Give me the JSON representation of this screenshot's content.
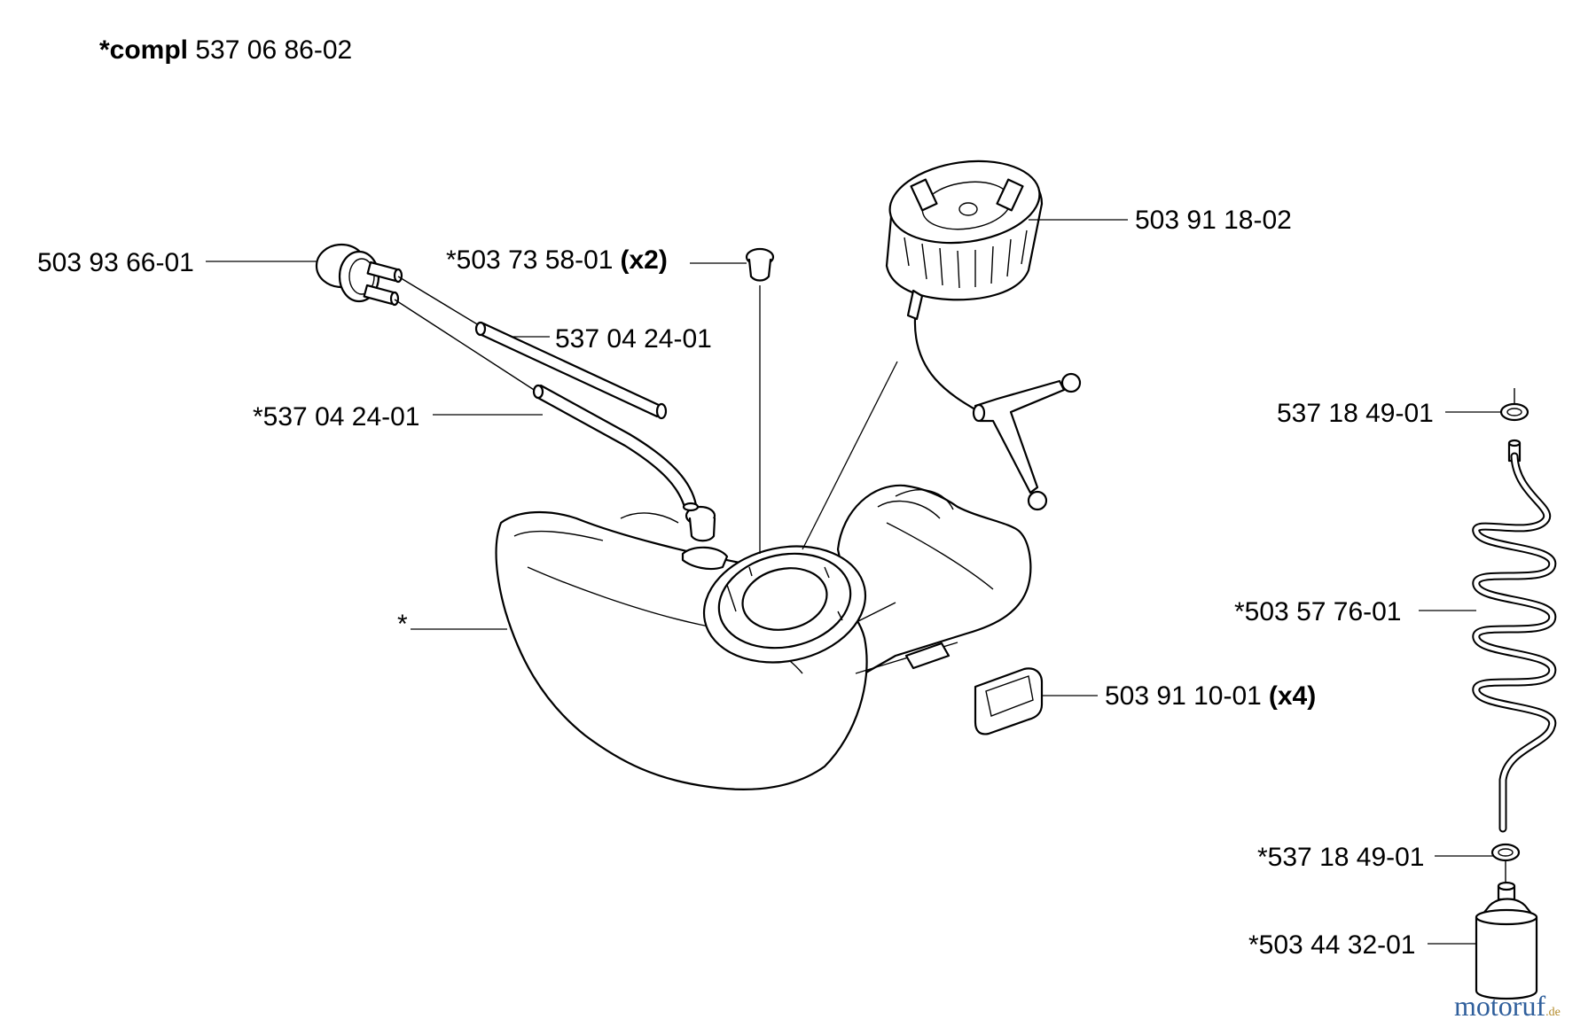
{
  "header": {
    "compl_prefix": "*compl",
    "compl_number": " 537 06 86-02"
  },
  "callouts": {
    "primer_bulb": "503 93 66-01",
    "grommet_top": "*503 73 58-01",
    "grommet_top_qty": "(x2)",
    "hose_upper": "537 04 24-01",
    "hose_lower": "*537 04 24-01",
    "fuel_cap": "503 91 18-02",
    "tank": "*",
    "rubber_buffer": "503 91 10-01",
    "rubber_buffer_qty": "(x4)",
    "oring_top": "537 18 49-01",
    "coil_hose": "*503 57 76-01",
    "oring_bottom": "*537 18 49-01",
    "fuel_filter": "*503 44 32-01"
  },
  "watermark": {
    "brand": "motoruf",
    "tld": ".de"
  }
}
